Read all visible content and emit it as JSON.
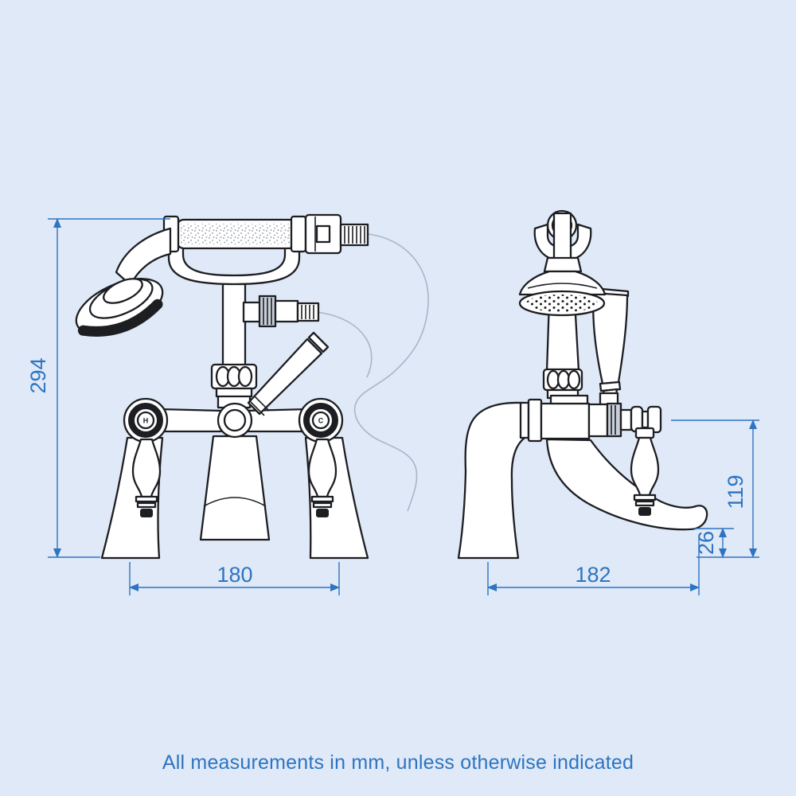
{
  "footnote": "All measurements in mm, unless otherwise indicated",
  "colors": {
    "background": "#dfe9f7",
    "drawing_line": "#1d1e22",
    "dimension_blue": "#2e74c1"
  },
  "front_view": {
    "description": "bath shower mixer front elevation",
    "hot_label": "H",
    "cold_label": "C",
    "height_mm": "294",
    "hole_spacing_mm": "180"
  },
  "side_view": {
    "description": "bath shower mixer side elevation",
    "depth_mm": "182",
    "spout_height_mm": "119",
    "spout_clearance_mm": "26"
  }
}
